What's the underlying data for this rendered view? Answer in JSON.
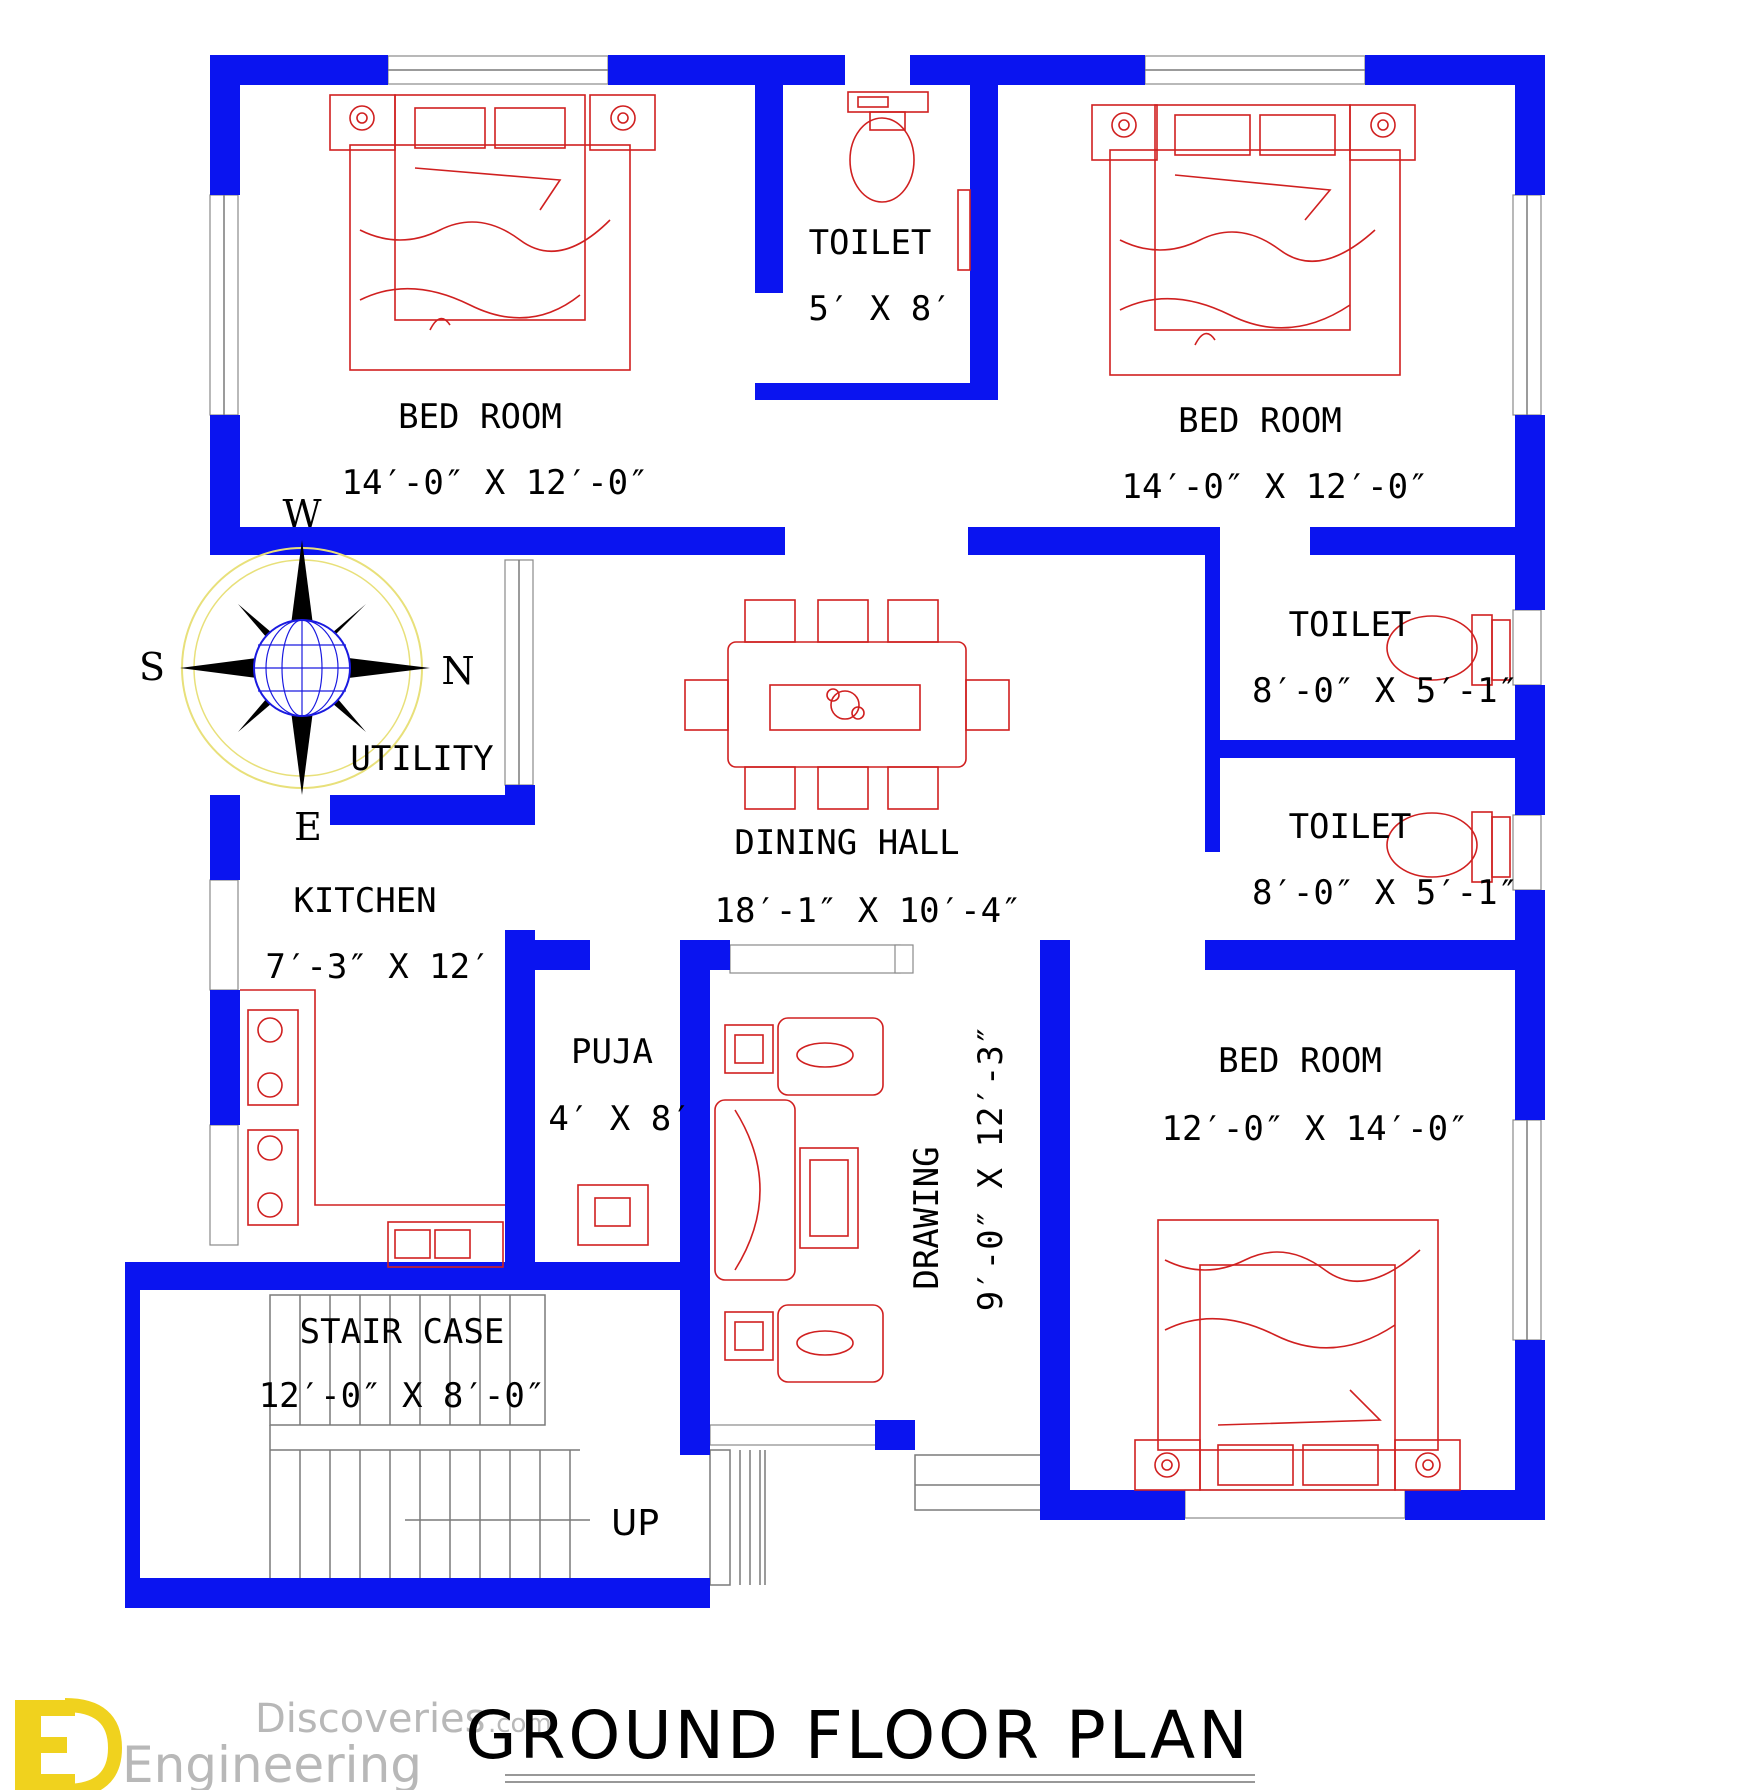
{
  "rooms": {
    "bed1": {
      "name": "BED ROOM",
      "size": "14′-0″ X 12′-0″"
    },
    "toilet_top": {
      "name": "TOILET",
      "size": "5′ X 8′"
    },
    "bed2": {
      "name": "BED ROOM",
      "size": "14′-0″ X 12′-0″"
    },
    "utility": {
      "name": "UTILITY"
    },
    "dining": {
      "name": "DINING HALL",
      "size": "18′-1″ X 10′-4″"
    },
    "toilet_r1": {
      "name": "TOILET",
      "size": "8′-0″ X 5′-1″"
    },
    "toilet_r2": {
      "name": "TOILET",
      "size": "8′-0″ X 5′-1″"
    },
    "kitchen": {
      "name": "KITCHEN",
      "size": "7′-3″ X 12′"
    },
    "puja": {
      "name": "PUJA",
      "size": "4′ X 8′"
    },
    "drawing": {
      "name": "DRAWING",
      "size": "9′-0″ X 12′-3″"
    },
    "bed3": {
      "name": "BED ROOM",
      "size": "12′-0″ X 14′-0″"
    },
    "stair": {
      "name": "STAIR CASE",
      "size": "12′-0″ X 8′-0″",
      "direction": "UP"
    }
  },
  "compass": {
    "w": "W",
    "s": "S",
    "n": "N",
    "e": "E"
  },
  "title": "GROUND FLOOR PLAN",
  "logo": {
    "line1": "Discoveries",
    "suffix": ".com",
    "line2": "Engineering"
  },
  "colors": {
    "wall": "#0a14f0",
    "furniture": "#d02020",
    "logo": "#f0d21e"
  }
}
